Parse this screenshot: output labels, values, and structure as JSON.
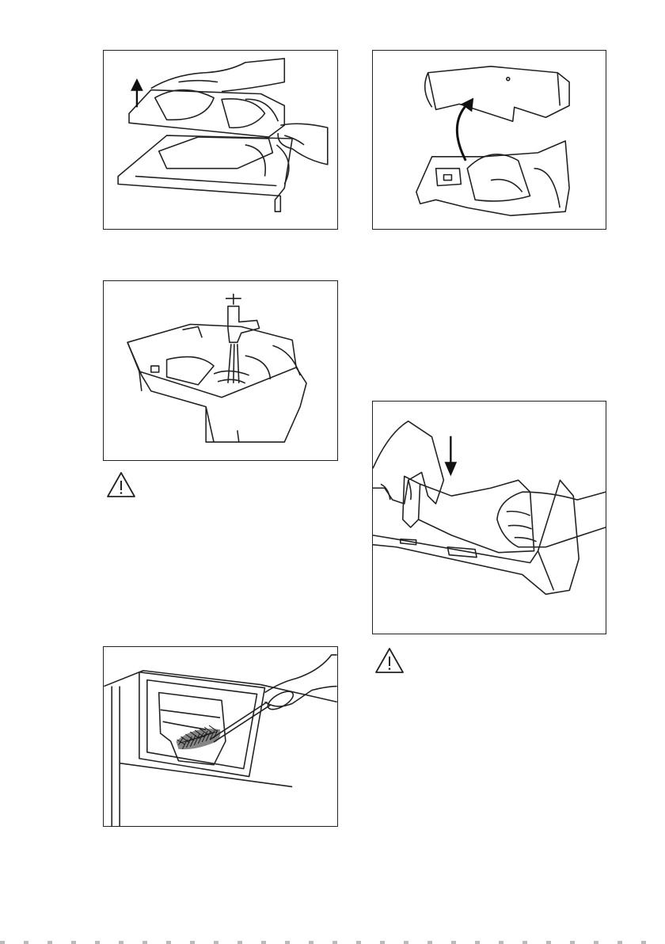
{
  "document": {
    "figures": [
      {
        "id": "fig-1",
        "icon": "dispenser-lift-insert-illustration"
      },
      {
        "id": "fig-2",
        "icon": "dispenser-open-lid-illustration"
      },
      {
        "id": "fig-3",
        "icon": "dispenser-rinse-tap-illustration"
      },
      {
        "id": "fig-4",
        "icon": "dispenser-close-lid-illustration"
      },
      {
        "id": "fig-5",
        "icon": "dispenser-recess-brush-illustration"
      }
    ],
    "warnings": [
      {
        "id": "warning-1",
        "icon": "warning-triangle-icon"
      },
      {
        "id": "warning-2",
        "icon": "warning-triangle-icon"
      }
    ],
    "colors": {
      "line": "#222222",
      "paper": "#ffffff"
    }
  }
}
